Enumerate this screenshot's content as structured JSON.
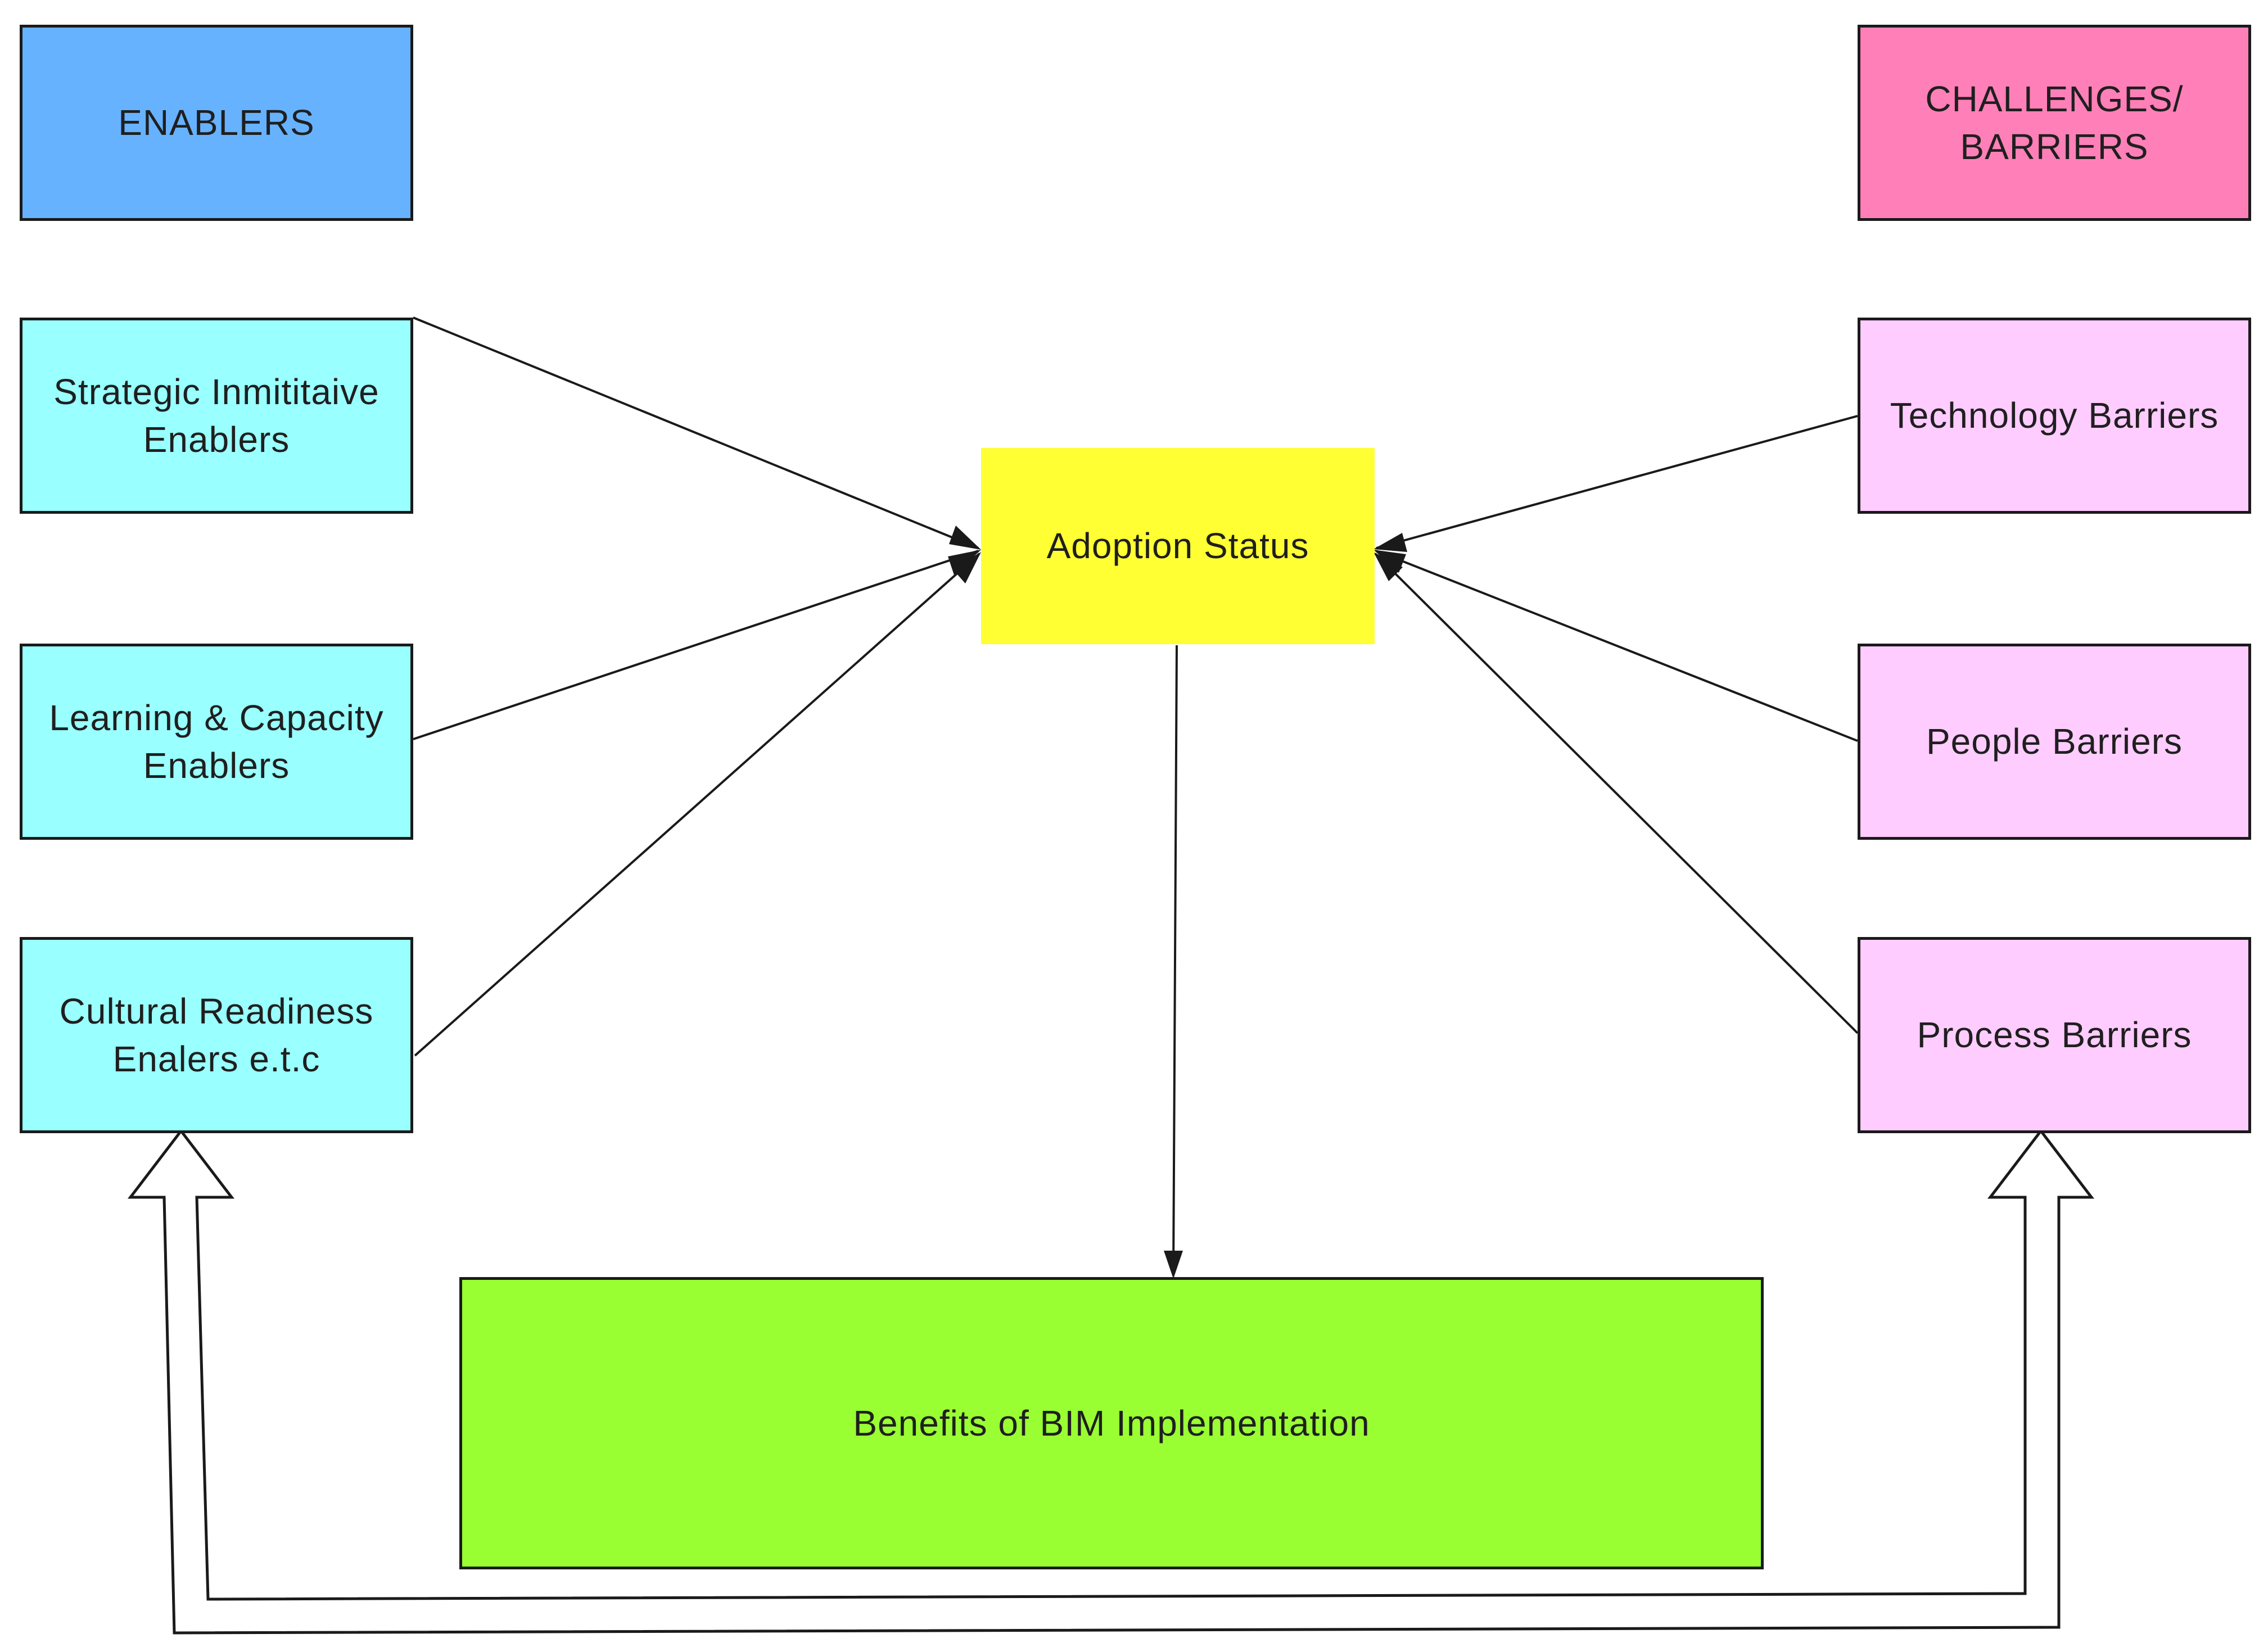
{
  "colors": {
    "enablers_header": "#66B2FF",
    "enabler": "#99FFFF",
    "barriers_header": "#FF80B8",
    "barrier": "#FFCCFF",
    "adoption": "#FFFF33",
    "benefits": "#99FF33",
    "line": "#1a1a1a"
  },
  "enablers": {
    "header": "ENABLERS",
    "items": [
      "Strategic Inmititaive\nEnablers",
      "Learning & Capacity\nEnablers",
      "Cultural Readiness\nEnalers e.t.c"
    ]
  },
  "barriers": {
    "header": "CHALLENGES/\nBARRIERS",
    "items": [
      "Technology Barriers",
      "People Barriers",
      "Process Barriers"
    ]
  },
  "adoption": {
    "label": "Adoption Status"
  },
  "benefits": {
    "label": "Benefits of BIM Implementation"
  }
}
